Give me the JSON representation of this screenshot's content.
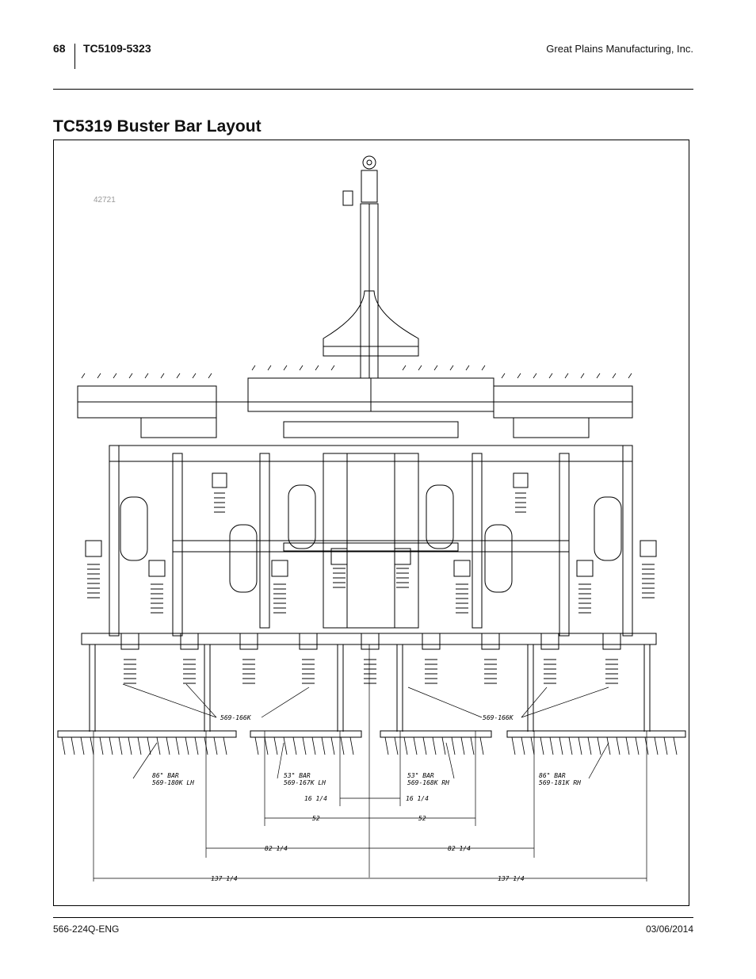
{
  "header": {
    "page_number": "68",
    "doc_id": "TC5109-5323",
    "company": "Great Plains Manufacturing, Inc."
  },
  "title": "TC5319 Buster Bar Layout",
  "figure": {
    "figure_number": "42721",
    "callouts": {
      "left_part": "569-166K",
      "right_part": "569-166K",
      "bar_outer_left_size": "86\" BAR",
      "bar_outer_left_part": "569-180K LH",
      "bar_inner_left_size": "53\" BAR",
      "bar_inner_left_part": "569-167K LH",
      "bar_inner_right_size": "53\" BAR",
      "bar_inner_right_part": "569-168K RH",
      "bar_outer_right_size": "86\" BAR",
      "bar_outer_right_part": "569-181K RH"
    },
    "dimensions": {
      "d1_left": "16 1/4",
      "d1_right": "16 1/4",
      "d2_left": "52",
      "d2_right": "52",
      "d3_left": "82 1/4",
      "d3_right": "82 1/4",
      "d4_left": "137 1/4",
      "d4_right": "137 1/4"
    }
  },
  "footer": {
    "doc_code": "566-224Q-ENG",
    "date": "03/06/2014"
  }
}
